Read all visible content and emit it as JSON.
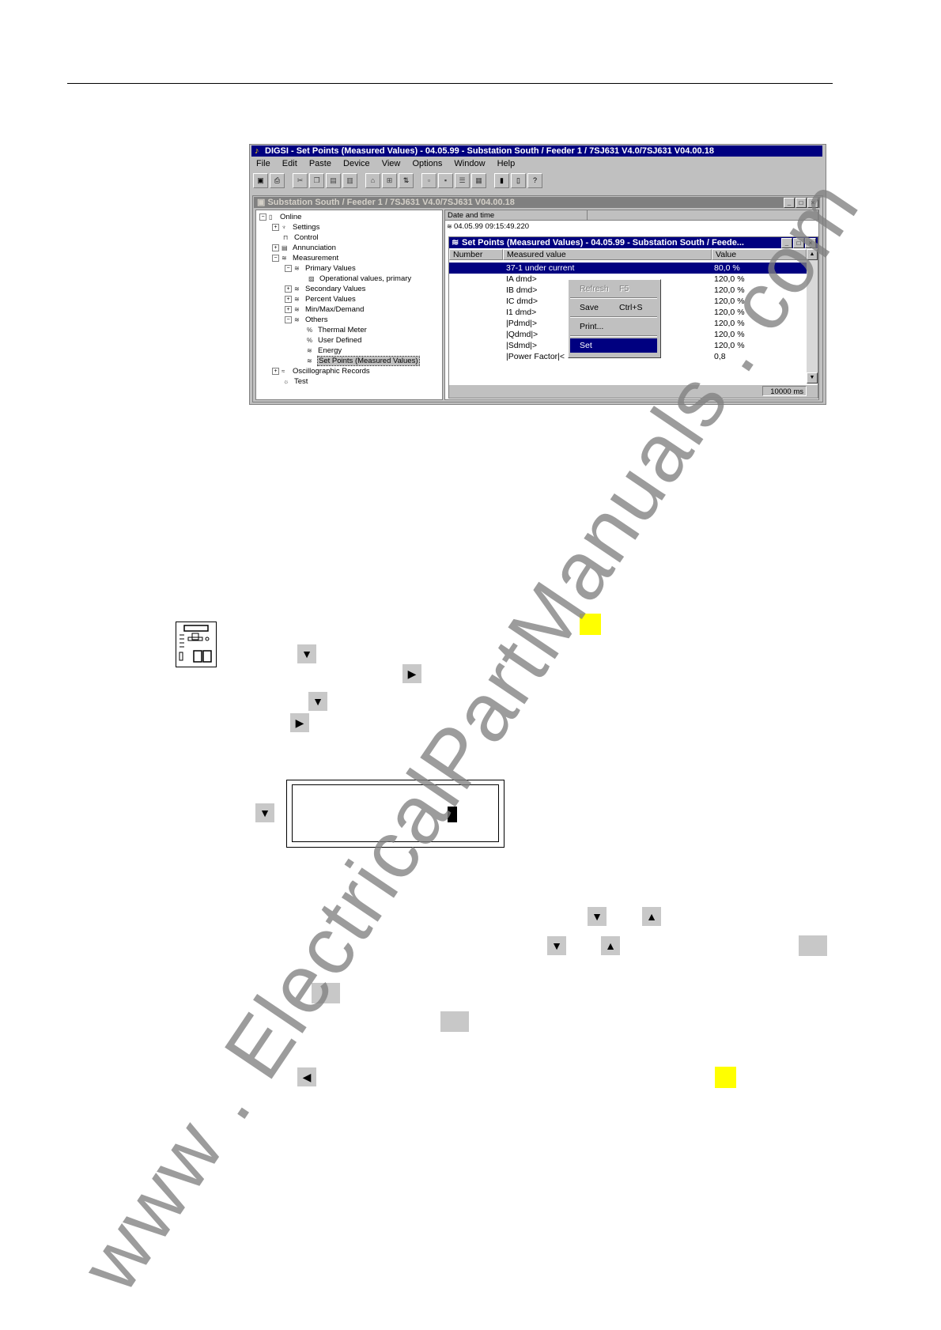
{
  "watermark": "www . ElectricalPartManuals . com",
  "app": {
    "title": "DIGSI - Set Points (Measured Values) - 04.05.99 - Substation South / Feeder 1 / 7SJ631 V4.0/7SJ631 V04.00.18",
    "menu": [
      "File",
      "Edit",
      "Paste",
      "Device",
      "View",
      "Options",
      "Window",
      "Help"
    ]
  },
  "mdi": {
    "title": "Substation South / Feeder 1 / 7SJ631 V4.0/7SJ631 V04.00.18",
    "tree": [
      "Online",
      "Settings",
      "Control",
      "Annunciation",
      "Measurement",
      "Primary Values",
      "Operational values, primary",
      "Secondary Values",
      "Percent Values",
      "Min/Max/Demand",
      "Others",
      "Thermal Meter",
      "User Defined",
      "Energy",
      "Set Points (Measured Values)",
      "Oscillographic Records",
      "Test"
    ],
    "right_header": "Date and time",
    "right_row": "04.05.99   09:15:49.220"
  },
  "child": {
    "title": "Set Points (Measured Values) - 04.05.99 - Substation South / Feede...",
    "columns": [
      "Number",
      "Measured value",
      "Value"
    ],
    "rows": [
      {
        "measured": "37-1 under current",
        "value": "80,0 %"
      },
      {
        "measured": "IA dmd>",
        "value": "120,0 %"
      },
      {
        "measured": "IB dmd>",
        "value": "120,0 %"
      },
      {
        "measured": "IC dmd>",
        "value": "120,0 %"
      },
      {
        "measured": "I1 dmd>",
        "value": "120,0 %"
      },
      {
        "measured": "|Pdmd|>",
        "value": "120,0 %"
      },
      {
        "measured": "|Qdmd|>",
        "value": "120,0 %"
      },
      {
        "measured": "|Sdmd|>",
        "value": "120,0 %"
      },
      {
        "measured": "|Power Factor|<",
        "value": "0,8"
      }
    ],
    "status": "10000 ms"
  },
  "context_menu": {
    "refresh": "Refresh",
    "refresh_key": "F5",
    "save": "Save",
    "save_key": "Ctrl+S",
    "print": "Print...",
    "set": "Set"
  },
  "keys": {
    "down": "▼",
    "up": "▲",
    "right": "▶",
    "left": "◀"
  },
  "colors": {
    "highlight": "#ffff00",
    "selection": "#000080",
    "key_grey": "#c8c8c8"
  }
}
